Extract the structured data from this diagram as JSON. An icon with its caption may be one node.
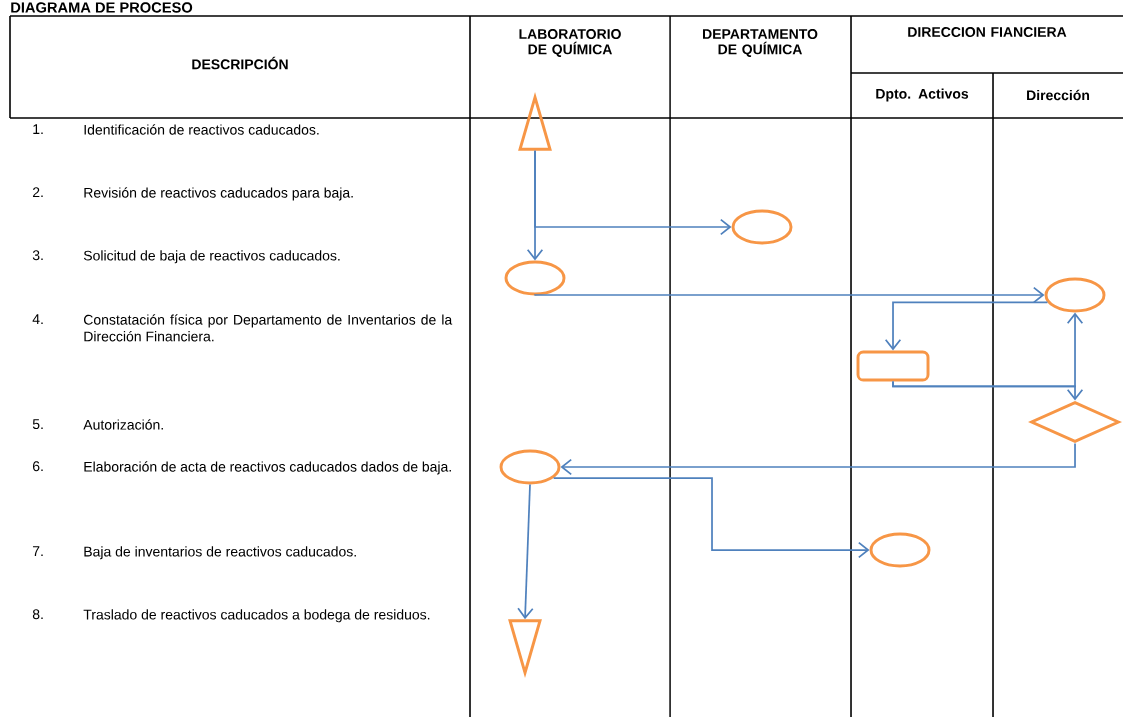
{
  "diagram": {
    "title": "DIAGRAMA DE PROCESO",
    "nodes": [
      {
        "text": [],
        "shape": "triangle"
      },
      {
        "text": [],
        "shape": "circle"
      },
      {
        "text": [],
        "shape": "circle"
      },
      {
        "text": [],
        "shape": "circle"
      },
      {
        "text": [],
        "shape": "box"
      },
      {
        "text": [],
        "shape": "diamond"
      },
      {
        "text": [],
        "shape": "circle"
      },
      {
        "text": [],
        "shape": "circle"
      },
      {
        "text": [],
        "shape": "triangle"
      }
    ],
    "edges": [
      {
        "from": 0,
        "to": 1,
        "arrow": "to"
      },
      {
        "from": 0,
        "to": 2,
        "arrow": "to"
      },
      {
        "from": 2,
        "to": 3,
        "arrow": "to"
      },
      {
        "from": 3,
        "to": 4,
        "arrow": "to"
      },
      {
        "from": 4,
        "to": 3,
        "arrow": "to"
      },
      {
        "from": 4,
        "to": 5,
        "arrow": "to"
      },
      {
        "from": 5,
        "to": 6,
        "arrow": "to"
      },
      {
        "from": 6,
        "to": 7,
        "arrow": "to"
      },
      {
        "from": 6,
        "to": 8,
        "arrow": "to"
      }
    ],
    "labels": [
      "DESCRIPCIÓN",
      "LABORATORIO DE QUÍMICA",
      "DEPARTAMENTO DE QUÍMICA",
      "DIRECCION FIANCIERA",
      "Dpto. Activos",
      "Dirección",
      "1.",
      "Identificación de reactivos caducados.",
      "2.",
      "Revisión de reactivos caducados para baja.",
      "3.",
      "Solicitud de baja de reactivos caducados.",
      "4.",
      "Constatación física por Departamento de Inventarios de la Dirección Financiera.",
      "5.",
      "Autorización.",
      "6.",
      "Elaboración de acta de reactivos caducados dados de baja.",
      "7.",
      "Baja de inventarios de reactivos caducados.",
      "8.",
      "Traslado de reactivos caducados a bodega de residuos."
    ]
  }
}
